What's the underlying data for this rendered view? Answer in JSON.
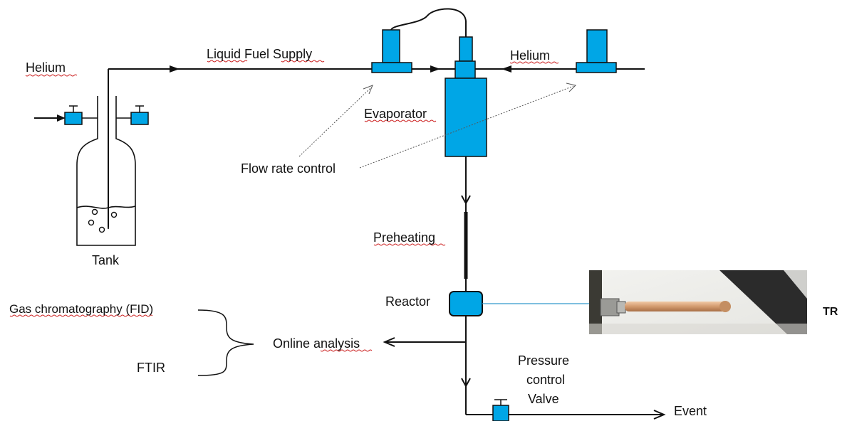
{
  "labels": {
    "helium_left": "Helium",
    "liquid_fuel_supply": "Liquid Fuel Supply",
    "helium_right": "Helium",
    "evaporator": "Evaporator",
    "flow_rate_control": "Flow rate control",
    "tank": "Tank",
    "preheating": "Preheating",
    "reactor": "Reactor",
    "gas_chromatography": "Gas chromatography (FID)",
    "ftir": "FTIR",
    "online_analysis": "Online analysis",
    "pressure_control_line1": "Pressure",
    "pressure_control_line2": "control",
    "pressure_control_line3": "Valve",
    "event": "Event",
    "tr": "TR"
  },
  "colors": {
    "component_fill": "#00a6e6",
    "line": "#111111",
    "thin_link": "#3399cc",
    "tube_copper": "#d9a27a"
  }
}
